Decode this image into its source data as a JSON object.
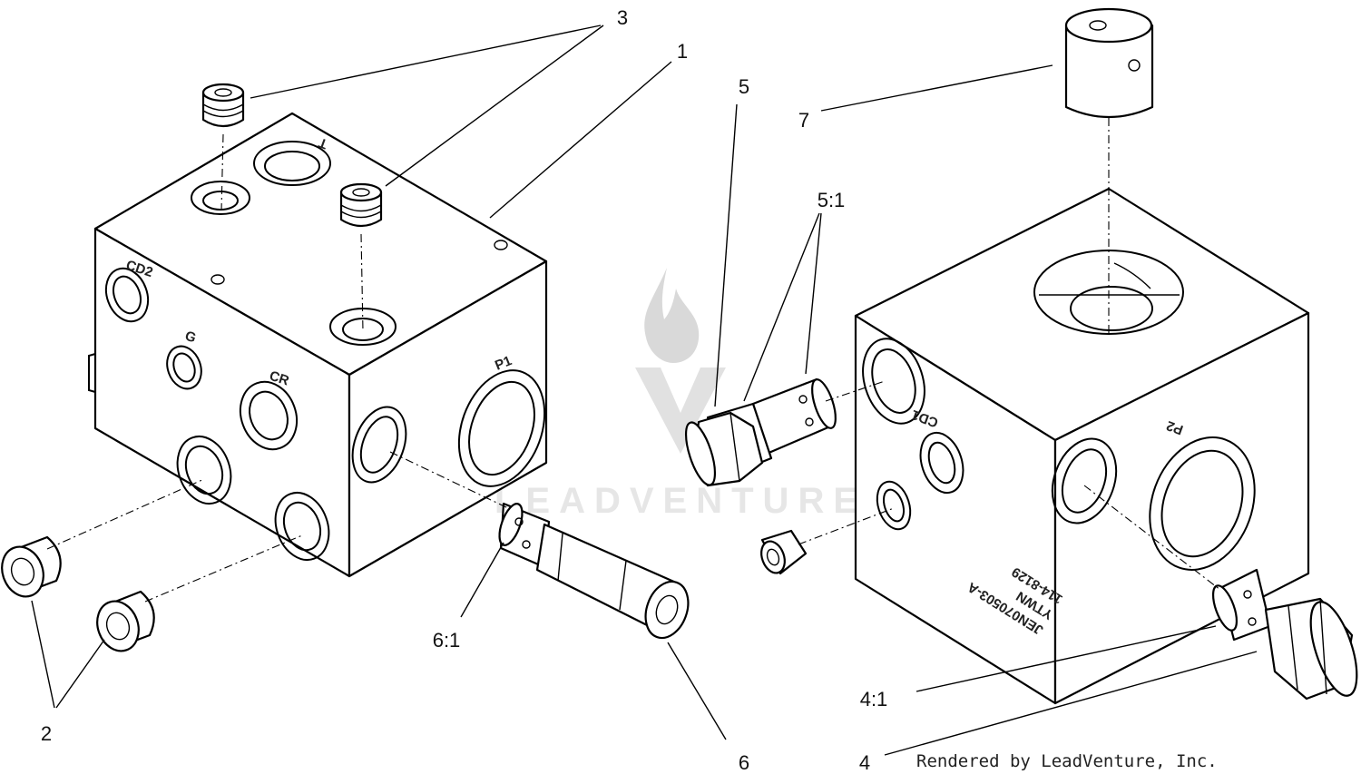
{
  "callouts": [
    {
      "id": "3",
      "text": "3"
    },
    {
      "id": "1",
      "text": "1"
    },
    {
      "id": "5",
      "text": "5"
    },
    {
      "id": "7",
      "text": "7"
    },
    {
      "id": "5-1",
      "text": "5:1"
    },
    {
      "id": "2",
      "text": "2"
    },
    {
      "id": "6-1",
      "text": "6:1"
    },
    {
      "id": "6",
      "text": "6"
    },
    {
      "id": "4-1",
      "text": "4:1"
    },
    {
      "id": "4",
      "text": "4"
    }
  ],
  "left_block_ports": {
    "cd2": "CD2",
    "g": "G",
    "cr": "CR",
    "p1": "P1",
    "t": "T"
  },
  "right_block_ports": {
    "cd1": "CD1",
    "p2": "P2",
    "engraving_line1": "JEN070503-A",
    "engraving_line2": "YTWN",
    "engraving_line3": "114-8129"
  },
  "watermark": "LEADVENTURE",
  "credit": "Rendered by LeadVenture, Inc."
}
